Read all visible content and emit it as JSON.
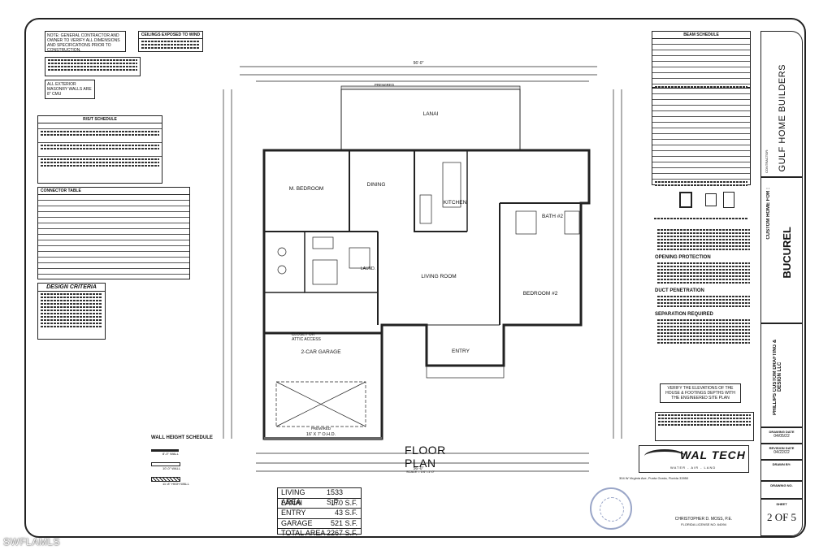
{
  "notes": {
    "general": "NOTE: GENERAL CONTRACTOR AND OWNER TO VERIFY ALL DIMENSIONS AND SPECIFICATIONS PRIOR TO CONSTRUCTION.",
    "ceilings_title": "CEILINGS EXPOSED TO WIND",
    "masonry": "ALL EXTERIOR MASONRY WALLS ARE 8\" CMU"
  },
  "schedules": {
    "rstsp": "R/S/T SCHEDULE",
    "connector": "CONNECTOR TABLE",
    "design_criteria": "DESIGN CRITERIA",
    "beam": "BEAM SCHEDULE",
    "wall_height": "WALL HEIGHT SCHEDULE",
    "wall_height_items": [
      "8'-0\" WALL",
      "10'-0\" WALL",
      "11'-8\" HIGH WALL"
    ]
  },
  "plan": {
    "title": "FLOOR PLAN",
    "scale": "SCALE = 1/4\"=1'-0\"",
    "overall_width": "56'-0\"",
    "rooms": {
      "lanai": "LANAI",
      "m_bedroom": "M. BEDROOM",
      "dining": "DINING",
      "kitchen": "KITCHEN",
      "bath2": "BATH #2",
      "living": "LIVING ROOM",
      "bedroom2": "BEDROOM #2",
      "laund": "LAUND.",
      "garage": "2-CAR GARAGE",
      "entry": "ENTRY",
      "closet": "CLOSET OR",
      "attic": "ATTIC ACCESS",
      "garage_door": "16' X 7' O.H.D.",
      "prewired": "PREWIRED"
    }
  },
  "areas": [
    {
      "label": "LIVING AREA",
      "value": "1533 S.F."
    },
    {
      "label": "LANAI",
      "value": "170 S.F."
    },
    {
      "label": "ENTRY",
      "value": "43 S.F."
    },
    {
      "label": "GARAGE",
      "value": "521 S.F."
    },
    {
      "label": "TOTAL AREA",
      "value": "2267 S.F."
    }
  ],
  "titleblock": {
    "contractor_label": "CONTRACTOR:",
    "contractor": "GULF HOME BUILDERS",
    "custom_home_for": "CUSTOM HOME FOR :",
    "client": "BUCUREL",
    "designer": "PHILLIPS CUSTOM DRAFTING & DESIGN LLC",
    "drawing_date_label": "DRAWING DATE",
    "drawing_date": "04/05/22",
    "revision_date_label": "REVISION DATE",
    "revision_date": "04/22/22",
    "drawn_by_label": "DRAWN BY:",
    "drawing_no_label": "DRAWING NO.",
    "sheet_label": "SHEET",
    "sheet": "2 OF 5",
    "engineer": "CHRISTOPHER D. MOSS, P.E.",
    "license": "FLORIDA LICENSE NO. 64094",
    "firm_logo": "WAL TECH",
    "firm_tagline": "WATER - AIR - LAND",
    "firm_address": "304 W Virginia Ave, Punta Gorda, Florida 33950"
  },
  "side_notes": {
    "opening_protection": "OPENING PROTECTION",
    "duct_penetration": "DUCT PENETRATION",
    "separation": "SEPARATION REQUIRED",
    "verify": "VERIFY THE ELEVATIONS OF THE HOUSE & FOOTINGS DEPTHS WITH THE ENGINEERED SITE PLAN"
  },
  "watermark": "SWFLAMLS"
}
